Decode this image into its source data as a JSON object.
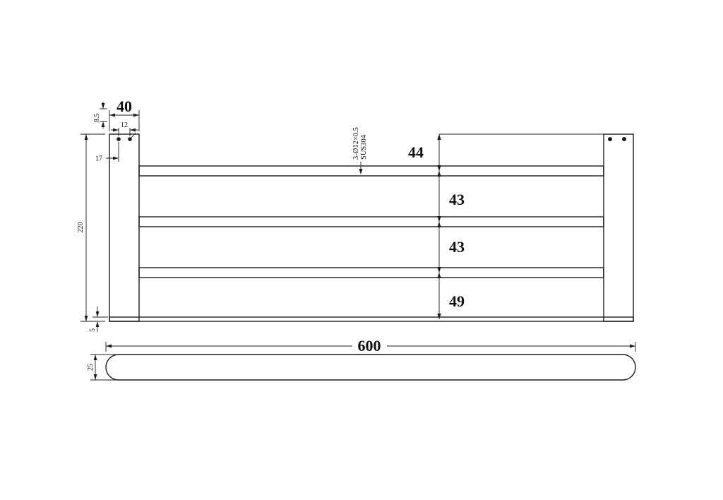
{
  "drawing": {
    "front_view": {
      "bracket_width": "40",
      "screw_edge_offset": "8.5",
      "screw_spacing": "12",
      "screw_inset": "17",
      "overall_height": "220",
      "base_plate_thickness": "5",
      "rail_gap_1": "44",
      "rail_gap_2": "43",
      "rail_gap_3": "43",
      "rail_gap_4": "49",
      "tube_spec_note": "3-Ø12×0.5",
      "material_note": "SUS304"
    },
    "bottom_view": {
      "overall_length": "600",
      "bar_depth": "25"
    }
  }
}
